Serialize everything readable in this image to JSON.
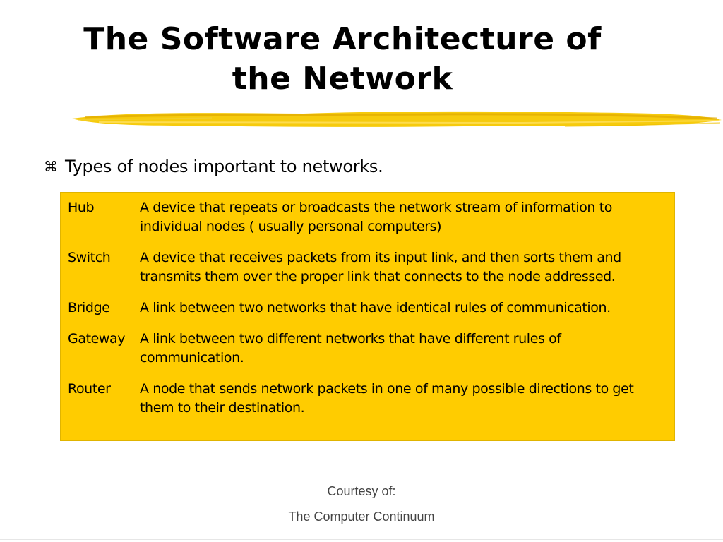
{
  "slide": {
    "title_line1": "The Software Architecture of",
    "title_line2": "the Network",
    "bullet_icon": "z-bullet-icon",
    "bullet_text": "Types of nodes important to networks.",
    "table_color": "#ffcc00",
    "highlight_color": "#f5c800",
    "nodes": [
      {
        "term": "Hub",
        "definition": "A device that repeats or broadcasts the network stream of information to individual nodes ( usually personal computers)"
      },
      {
        "term": "Switch",
        "definition": "A device that receives packets from its input link, and then sorts them and transmits them over the proper link that connects to the node addressed."
      },
      {
        "term": "Bridge",
        "definition": "A link between two networks that have identical rules of communication."
      },
      {
        "term": "Gateway",
        "definition": "A link between two different networks that have different rules of communication."
      },
      {
        "term": "Router",
        "definition": "A node that sends network packets in one of many possible directions to get them to their destination."
      }
    ],
    "courtesy_label": "Courtesy of:",
    "courtesy_source": "The Computer Continuum"
  }
}
